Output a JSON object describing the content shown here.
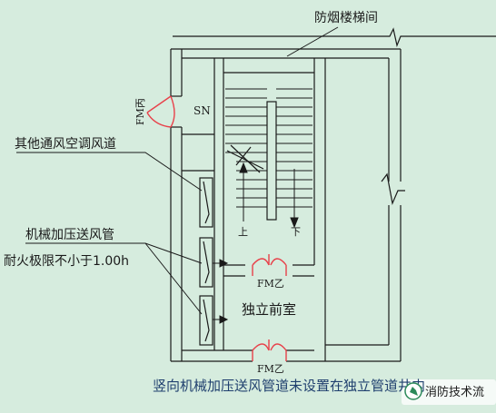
{
  "labels": {
    "stairwell": "防烟楼梯间",
    "other_duct": "其他通风空调风道",
    "pressure_duct": "机械加压送风管",
    "fire_rating": "耐火极限不小于1.00h",
    "anteroom": "独立前室",
    "sn": "SN",
    "up": "上",
    "down": "下",
    "door_fm_bing": "FM丙",
    "door_fm_yi_top": "FM乙",
    "door_fm_yi_bottom": "FM乙"
  },
  "caption": "竖向机械加压送风管道未设置在独立管道井内",
  "watermark": {
    "text": "消防技术流"
  },
  "colors": {
    "background": "#d6ecde",
    "line": "#1a1a1a",
    "door": "#e8414a",
    "caption": "#1f3f6e"
  }
}
